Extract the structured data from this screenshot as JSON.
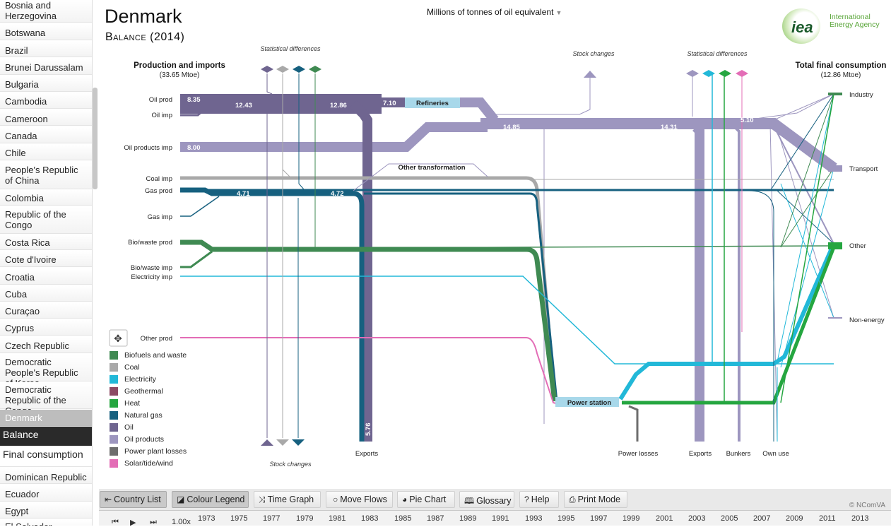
{
  "country_list": [
    "Bosnia and Herzegovina",
    "Botswana",
    "Brazil",
    "Brunei Darussalam",
    "Bulgaria",
    "Cambodia",
    "Cameroon",
    "Canada",
    "Chile",
    "People's Republic of China",
    "Colombia",
    "Republic of the Congo",
    "Costa Rica",
    "Cote d'Ivoire",
    "Croatia",
    "Cuba",
    "Curaçao",
    "Cyprus",
    "Czech Republic",
    "Democratic People's Republic of Korea",
    "Democratic Republic of the Congo",
    "Denmark"
  ],
  "country_sub": {
    "balance": "Balance",
    "final": "Final consumption"
  },
  "country_list_after": [
    "Dominican Republic",
    "Ecuador",
    "Egypt",
    "El Salvador"
  ],
  "header": {
    "country": "Denmark",
    "subtitle": "Balance (2014)",
    "unit": "Millions of tonnes of oil equivalent"
  },
  "logo": {
    "mark": "iea",
    "name_line1": "International",
    "name_line2": "Energy Agency"
  },
  "sankey": {
    "left_title": "Production and imports",
    "left_total": "(33.65 Mtoe)",
    "right_title": "Total final consumption",
    "right_total": "(12.86 Mtoe)",
    "sources": [
      "Oil prod",
      "Oil imp",
      "Oil products imp",
      "Coal imp",
      "Gas prod",
      "Gas imp",
      "Bio/waste prod",
      "Bio/waste imp",
      "Electricity imp",
      "Other prod"
    ],
    "sinks": [
      "Industry",
      "Transport",
      "Other",
      "Non-energy"
    ],
    "bottom_labels": [
      "Exports",
      "Power losses",
      "Exports",
      "Bunkers",
      "Own use"
    ],
    "nodes": [
      "Refineries",
      "Power station",
      "Other transformation"
    ],
    "annotations": {
      "stat_diff_1": "Statistical differences",
      "stat_diff_2": "Statistical differences",
      "stock_changes_top": "Stock  changes",
      "stock_changes_bottom": "Stock changes"
    },
    "flow_values": [
      "8.35",
      "12.43",
      "12.86",
      "7.10",
      "14.85",
      "14.31",
      "5.10",
      "8.00",
      "4.71",
      "4.72",
      "5.76"
    ]
  },
  "legend": [
    {
      "label": "Biofuels and waste",
      "color": "#3f8a52"
    },
    {
      "label": "Coal",
      "color": "#a9a9a9"
    },
    {
      "label": "Electricity",
      "color": "#22b8d8"
    },
    {
      "label": "Geothermal",
      "color": "#8c4a64"
    },
    {
      "label": "Heat",
      "color": "#25a640"
    },
    {
      "label": "Natural gas",
      "color": "#16607f"
    },
    {
      "label": "Oil",
      "color": "#6f6590"
    },
    {
      "label": "Oil products",
      "color": "#9d96bf"
    },
    {
      "label": "Power plant losses",
      "color": "#6d6d6d"
    },
    {
      "label": "Solar/tide/wind",
      "color": "#e36db6"
    }
  ],
  "toolbar": {
    "country_list": "Country List",
    "colour_legend": "Colour Legend",
    "time_graph": "Time Graph",
    "move_flows": "Move Flows",
    "pie_chart": "Pie Chart",
    "glossary": "Glossary",
    "help": "Help",
    "print_mode": "Print Mode",
    "copyright": "© NComVA"
  },
  "timeline": {
    "speed": "1.00x",
    "years": [
      "1973",
      "1975",
      "1977",
      "1979",
      "1981",
      "1983",
      "1985",
      "1987",
      "1989",
      "1991",
      "1993",
      "1995",
      "1997",
      "1999",
      "2001",
      "2003",
      "2005",
      "2007",
      "2009",
      "2011",
      "2013"
    ]
  }
}
